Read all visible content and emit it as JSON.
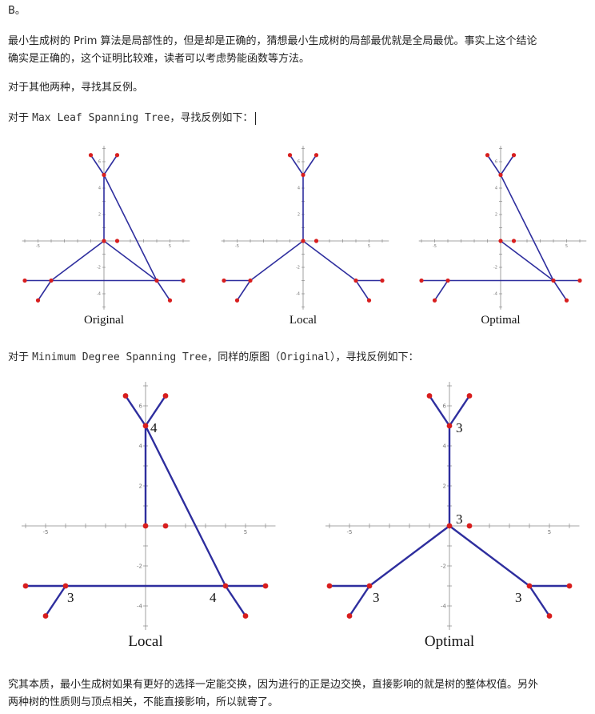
{
  "intro": {
    "answer": "B。",
    "p1_line1": "最小生成树的 Prim 算法是局部性的，但是却是正确的，猜想最小生成树的局部最优就是全局最优。事实上这个结论",
    "p1_line2": "确实是正确的，这个证明比较难，读者可以考虑势能函数等方法。",
    "p2": "对于其他两种，寻找其反例。",
    "p3_prefix": "对于 ",
    "p3_term": "Max Leaf Spanning Tree",
    "p3_suffix": "，寻找反例如下："
  },
  "row1_captions": [
    "Original",
    "Local",
    "Optimal"
  ],
  "section2": {
    "prefix": "对于 ",
    "term": "Minimum Degree Spanning Tree",
    "middle": "，同样的原图（",
    "term2": "Original",
    "suffix": "），寻找反例如下："
  },
  "row2_captions": [
    "Local",
    "Optimal"
  ],
  "row2_local_degree_labels": [
    "4",
    "3",
    "4"
  ],
  "row2_optimal_degree_labels": [
    "3",
    "3",
    "3",
    "3"
  ],
  "axis_ticks": {
    "x": [
      "-5",
      "5"
    ],
    "y": [
      "6",
      "4",
      "2",
      "-2",
      "-4"
    ]
  },
  "conclusion": {
    "line1": "究其本质，最小生成树如果有更好的选择一定能交换，因为进行的正是边交换，直接影响的就是树的整体权值。另外",
    "line2": "两种树的性质则与顶点相关，不能直接影响，所以就寄了。"
  },
  "colors": {
    "edge": "#2e2e9e",
    "vertex": "#d81e1e",
    "axis": "#888888"
  },
  "graph": {
    "vertices": [
      [
        -1,
        6.5
      ],
      [
        1,
        6.5
      ],
      [
        0,
        5
      ],
      [
        0,
        0
      ],
      [
        1,
        0
      ],
      [
        -6,
        -3
      ],
      [
        -4,
        -3
      ],
      [
        4,
        -3
      ],
      [
        6,
        -3
      ],
      [
        -5,
        -4.5
      ],
      [
        5,
        -4.5
      ]
    ],
    "original_edges": [
      [
        0,
        2
      ],
      [
        1,
        2
      ],
      [
        2,
        3
      ],
      [
        3,
        6
      ],
      [
        3,
        7
      ],
      [
        5,
        8
      ],
      [
        6,
        9
      ],
      [
        7,
        10
      ],
      [
        2,
        7
      ]
    ],
    "max_leaf_local_edges": [
      [
        0,
        2
      ],
      [
        1,
        2
      ],
      [
        2,
        3
      ],
      [
        3,
        6
      ],
      [
        3,
        7
      ],
      [
        5,
        6
      ],
      [
        6,
        9
      ],
      [
        7,
        8
      ],
      [
        7,
        10
      ]
    ],
    "max_leaf_optimal_edges": [
      [
        0,
        2
      ],
      [
        1,
        2
      ],
      [
        3,
        7
      ],
      [
        5,
        8
      ],
      [
        6,
        9
      ],
      [
        7,
        10
      ],
      [
        2,
        7
      ]
    ],
    "min_degree_local_edges": [
      [
        0,
        2
      ],
      [
        1,
        2
      ],
      [
        2,
        3
      ],
      [
        5,
        8
      ],
      [
        6,
        9
      ],
      [
        7,
        10
      ],
      [
        2,
        7
      ]
    ],
    "min_degree_optimal_edges": [
      [
        0,
        2
      ],
      [
        1,
        2
      ],
      [
        2,
        3
      ],
      [
        3,
        6
      ],
      [
        3,
        7
      ],
      [
        5,
        6
      ],
      [
        6,
        9
      ],
      [
        7,
        8
      ],
      [
        7,
        10
      ]
    ]
  }
}
